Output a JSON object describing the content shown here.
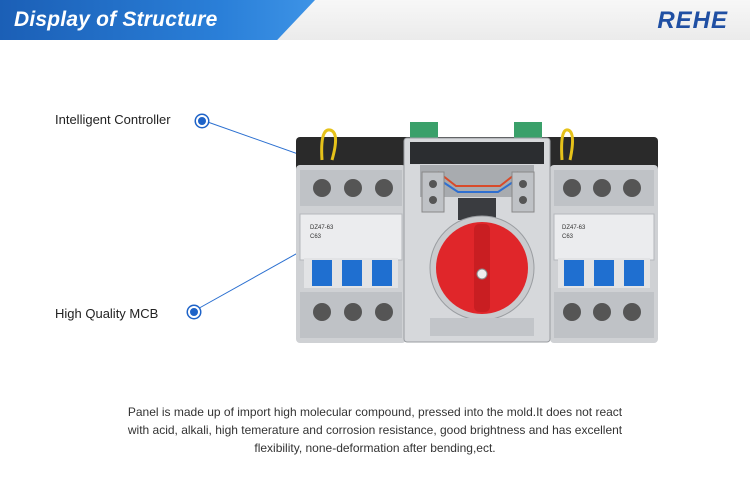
{
  "header": {
    "title": "Display of Structure",
    "brand": "REHE"
  },
  "callouts": [
    {
      "label": "Intelligent Controller"
    },
    {
      "label": "High Quality MCB"
    }
  ],
  "device": {
    "left_breaker_label": "DZ47-63",
    "right_breaker_label": "DZ47-63",
    "breaker_rating": "C63"
  },
  "description": {
    "lines": [
      "Panel is made up of import high molecular compound, pressed into the mold.It does not react",
      "with acid, alkali, high temerature and corrosion resistance, good brightness and has excellent",
      "flexibility, none-deformation after bending,ect."
    ]
  },
  "colors": {
    "accent_blue": "#1e63c8",
    "knob_red": "#e0262a",
    "breaker_blue": "#1f6fd0",
    "terminal_green": "#3aa06a"
  }
}
